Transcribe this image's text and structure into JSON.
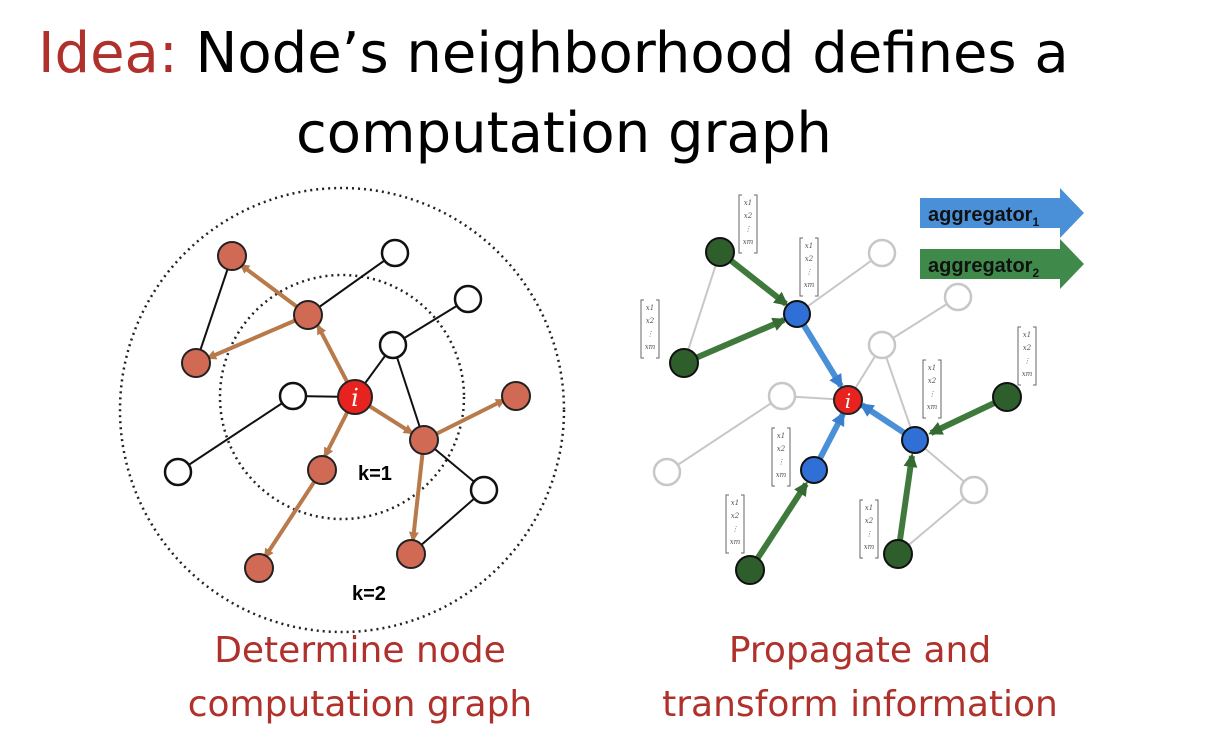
{
  "title": {
    "prefix": "Idea:",
    "line1_rest": " Node’s neighborhood defines a",
    "line2": "computation graph"
  },
  "left_caption": {
    "line1": "Determine node",
    "line2": "computation graph"
  },
  "right_caption": {
    "line1": "Propagate and",
    "line2": "transform information"
  },
  "left_graph": {
    "target_label": "i",
    "ring_inner_label": "k=1",
    "ring_outer_label": "k=2"
  },
  "right_graph": {
    "target_label": "i",
    "legend": [
      {
        "label": "aggregator",
        "subscript": "1",
        "color": "#4a90d9"
      },
      {
        "label": "aggregator",
        "subscript": "2",
        "color": "#3f8a4a"
      }
    ],
    "feature_vector": {
      "rows": [
        "x1",
        "x2",
        "⋮",
        "xm"
      ]
    }
  },
  "colors": {
    "accent_red": "#b0312b",
    "target_node": "#e8231f",
    "orange_node": "#d06a55",
    "orange_edge": "#b87a4a",
    "blue_node": "#2f6fd6",
    "blue_edge": "#4a90d9",
    "green_node": "#2e5e2c",
    "green_edge": "#3f7a3c"
  }
}
